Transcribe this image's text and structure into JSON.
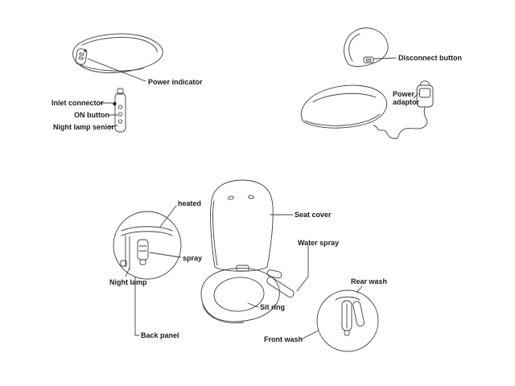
{
  "title": "Bidet seat parts diagram",
  "colors": {
    "line": "#3f3f3f",
    "text": "#1a1a1a",
    "background": "#ffffff"
  },
  "diagrams": {
    "top_left": {
      "description": "closed seat side view",
      "labels": [
        {
          "text": "Power indicator"
        },
        {
          "text": "Inlet connector"
        },
        {
          "text": "ON button"
        },
        {
          "text": "Night lamp senior"
        }
      ]
    },
    "top_right": {
      "description": "lid and seat with power adaptor",
      "labels": [
        {
          "text": "Disconnect button"
        },
        {
          "text": "Power adaptor"
        }
      ]
    },
    "bottom": {
      "description": "open seat with detail callouts",
      "labels": [
        {
          "text": "heated"
        },
        {
          "text": "Seat cover"
        },
        {
          "text": "spray"
        },
        {
          "text": "Water spray"
        },
        {
          "text": "Night lamp"
        },
        {
          "text": "Sit ring"
        },
        {
          "text": "Back panel"
        },
        {
          "text": "Front wash"
        },
        {
          "text": "Rear wash"
        }
      ]
    }
  }
}
